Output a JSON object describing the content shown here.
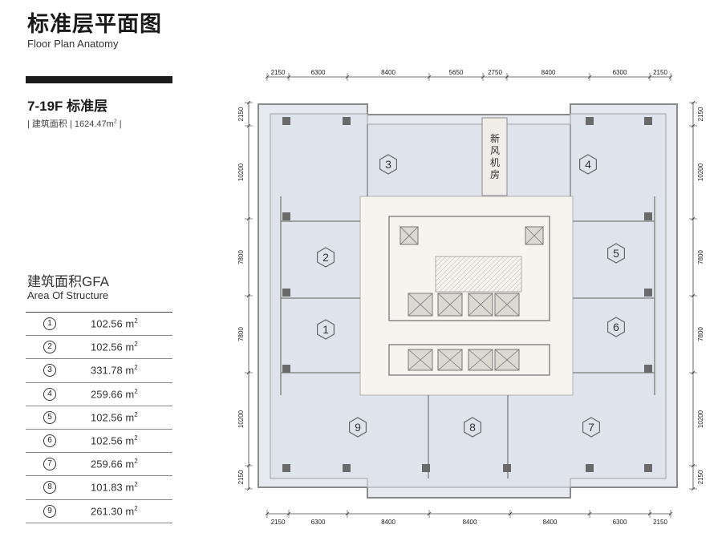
{
  "header": {
    "title": "标准层平面图",
    "subtitle": "Floor Plan Anatomy"
  },
  "floor": {
    "label": "7-19F 标准层",
    "area_label": "建筑面积",
    "area_value": "1624.47m",
    "area_sup": "2"
  },
  "gfa": {
    "title_cn": "建筑面积GFA",
    "title_en": "Area Of Structure",
    "rows": [
      {
        "num": "1",
        "value": "102.56 m",
        "sup": "2"
      },
      {
        "num": "2",
        "value": "102.56 m",
        "sup": "2"
      },
      {
        "num": "3",
        "value": "331.78 m",
        "sup": "2"
      },
      {
        "num": "4",
        "value": "259.66 m",
        "sup": "2"
      },
      {
        "num": "5",
        "value": "102.56 m",
        "sup": "2"
      },
      {
        "num": "6",
        "value": "102.56 m",
        "sup": "2"
      },
      {
        "num": "7",
        "value": "259.66 m",
        "sup": "2"
      },
      {
        "num": "8",
        "value": "101.83 m",
        "sup": "2"
      },
      {
        "num": "9",
        "value": "261.30 m",
        "sup": "2"
      }
    ]
  },
  "plan": {
    "dims_top": [
      "2150",
      "6300",
      "8400",
      "5650",
      "2750",
      "8400",
      "6300",
      "2150"
    ],
    "dims_bottom": [
      "2150",
      "6300",
      "8400",
      "8400",
      "8400",
      "6300",
      "2150"
    ],
    "dims_left": [
      "2150",
      "10200",
      "7800",
      "7800",
      "10200",
      "2150"
    ],
    "dims_right": [
      "2150",
      "10200",
      "7800",
      "7800",
      "10200",
      "2150"
    ],
    "room_labels": [
      "1",
      "2",
      "3",
      "4",
      "5",
      "6",
      "7",
      "8",
      "9"
    ],
    "ventilation_room": [
      "新",
      "风",
      "机",
      "房"
    ],
    "colors": {
      "office_fill": "#dfe4ec",
      "core_fill": "#f7f3ee",
      "wall": "#8a8a8a",
      "column": "#6a6a6a",
      "elevator_fill": "#c9c5c0"
    }
  }
}
